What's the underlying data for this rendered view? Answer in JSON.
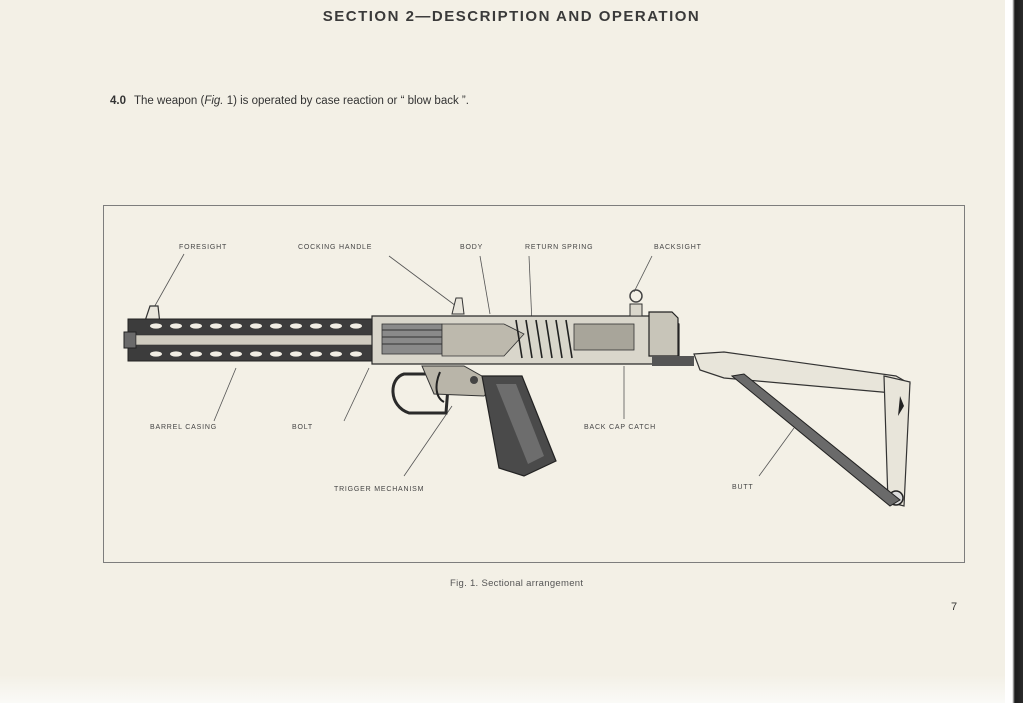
{
  "header": {
    "title": "SECTION 2—DESCRIPTION AND OPERATION"
  },
  "paragraph": {
    "number": "4.0",
    "text_before": "The weapon (",
    "fig_ref": "Fig.",
    "text_after": " 1) is operated by case reaction or “ blow back ”."
  },
  "figure": {
    "labels": {
      "foresight": "FORESIGHT",
      "cocking_handle": "COCKING HANDLE",
      "body": "BODY",
      "return_spring": "RETURN SPRING",
      "backsight": "BACKSIGHT",
      "barrel_casing": "BARREL CASING",
      "bolt": "BOLT",
      "back_cap_catch": "BACK CAP CATCH",
      "trigger_mechanism": "TRIGGER MECHANISM",
      "butt": "BUTT"
    },
    "caption": "Fig. 1.   Sectional arrangement"
  },
  "page_number": "7"
}
